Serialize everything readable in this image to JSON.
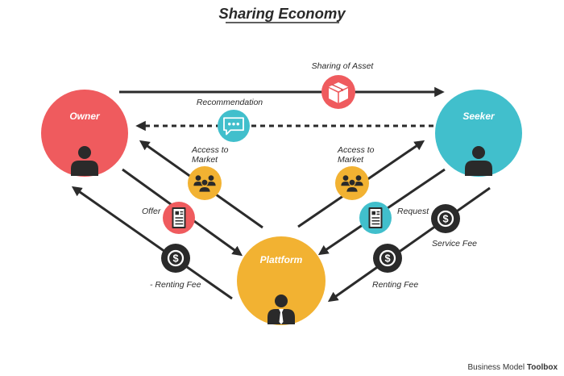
{
  "title": "Sharing Economy",
  "nodes": {
    "owner": {
      "label": "Owner",
      "color": "#ef5b5e"
    },
    "seeker": {
      "label": "Seeker",
      "color": "#41bfcc"
    },
    "platform": {
      "label": "Plattform",
      "color": "#f2b232"
    }
  },
  "flows": {
    "sharing_of_asset": "Sharing of Asset",
    "recommendation": "Recommendation",
    "access_left_line1": "Access to",
    "access_left_line2": "Market",
    "access_right_line1": "Access to",
    "access_right_line2": "Market",
    "offer": "Offer",
    "request": "Request",
    "renting_fee_left": "- Renting Fee",
    "renting_fee_right": "Renting Fee",
    "service_fee": "Service Fee"
  },
  "brand": {
    "regular": "Business Model",
    "bold": "Toolbox"
  },
  "colors": {
    "dark": "#2a2a2a",
    "red": "#ef5b5e",
    "teal": "#41bfcc",
    "yellow": "#f2b232",
    "line": "#2b2b2b"
  },
  "icons": [
    "person-icon",
    "box-icon",
    "chat-icon",
    "group-icon",
    "document-icon",
    "dollar-icon"
  ]
}
